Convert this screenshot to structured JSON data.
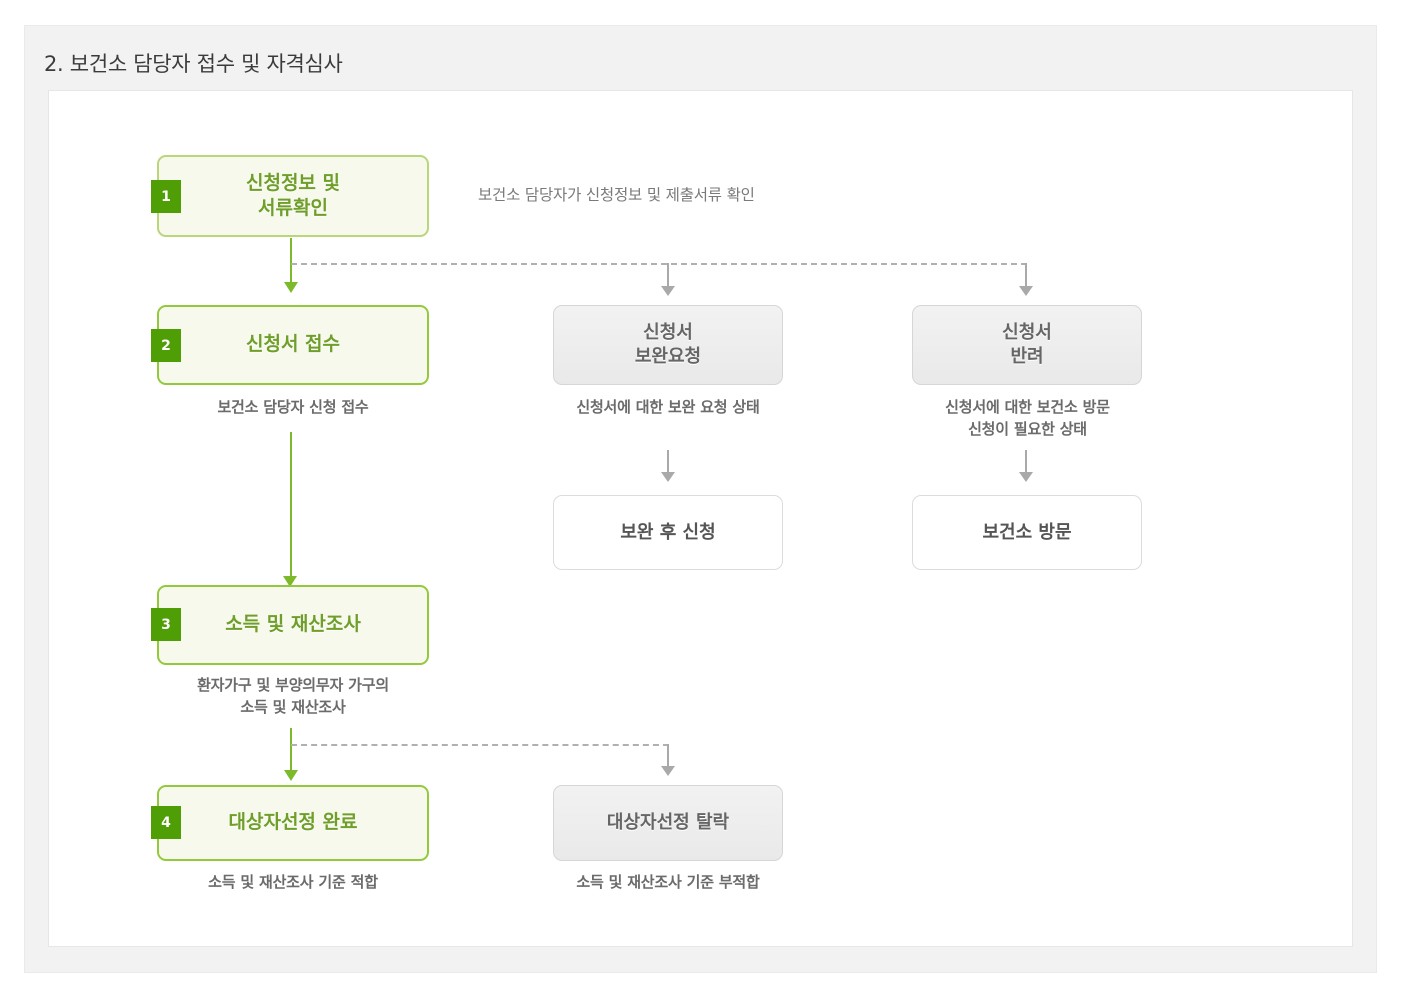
{
  "section": {
    "title": "2. 보건소 담당자 접수 및 자격심사"
  },
  "flow": {
    "steps": [
      {
        "number": "1",
        "label": "신청정보 및\n서류확인",
        "note": "보건소 담당자가 신청정보 및 제출서류 확인",
        "caption": ""
      },
      {
        "number": "2",
        "label": "신청서 접수",
        "caption": "보건소 담당자 신청 접수"
      },
      {
        "number": "3",
        "label": "소득 및 재산조사",
        "caption": "환자가구 및 부양의무자 가구의\n소득 및 재산조사"
      },
      {
        "number": "4",
        "label": "대상자선정 완료",
        "caption": "소득 및 재산조사 기준 적합"
      }
    ],
    "branches": [
      {
        "label": "신청서\n보완요청",
        "caption": "신청서에 대한 보완 요청 상태",
        "next": "보완 후 신청"
      },
      {
        "label": "신청서\n반려",
        "caption": "신청서에 대한 보건소 방문\n신청이 필요한 상태",
        "next": "보건소 방문"
      },
      {
        "label": "대상자선정 탈락",
        "caption": "소득 및 재산조사 기준 부적합"
      }
    ]
  },
  "colors": {
    "accent_green": "#7cba2c",
    "badge_green": "#4f9e06",
    "text_green": "#6f9f2a",
    "gray_line": "#a9a9a9",
    "frame_bg": "#f2f2f2"
  }
}
